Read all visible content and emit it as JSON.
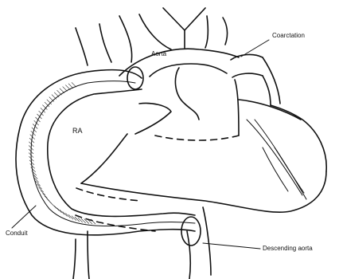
{
  "labels": {
    "aorta": "Aorta",
    "coarctation": "Coarctation",
    "ra": "RA",
    "conduit": "Conduit",
    "descending_aorta": "Descending aorta"
  },
  "colors": {
    "ink": "#111111",
    "background": "#ffffff"
  }
}
